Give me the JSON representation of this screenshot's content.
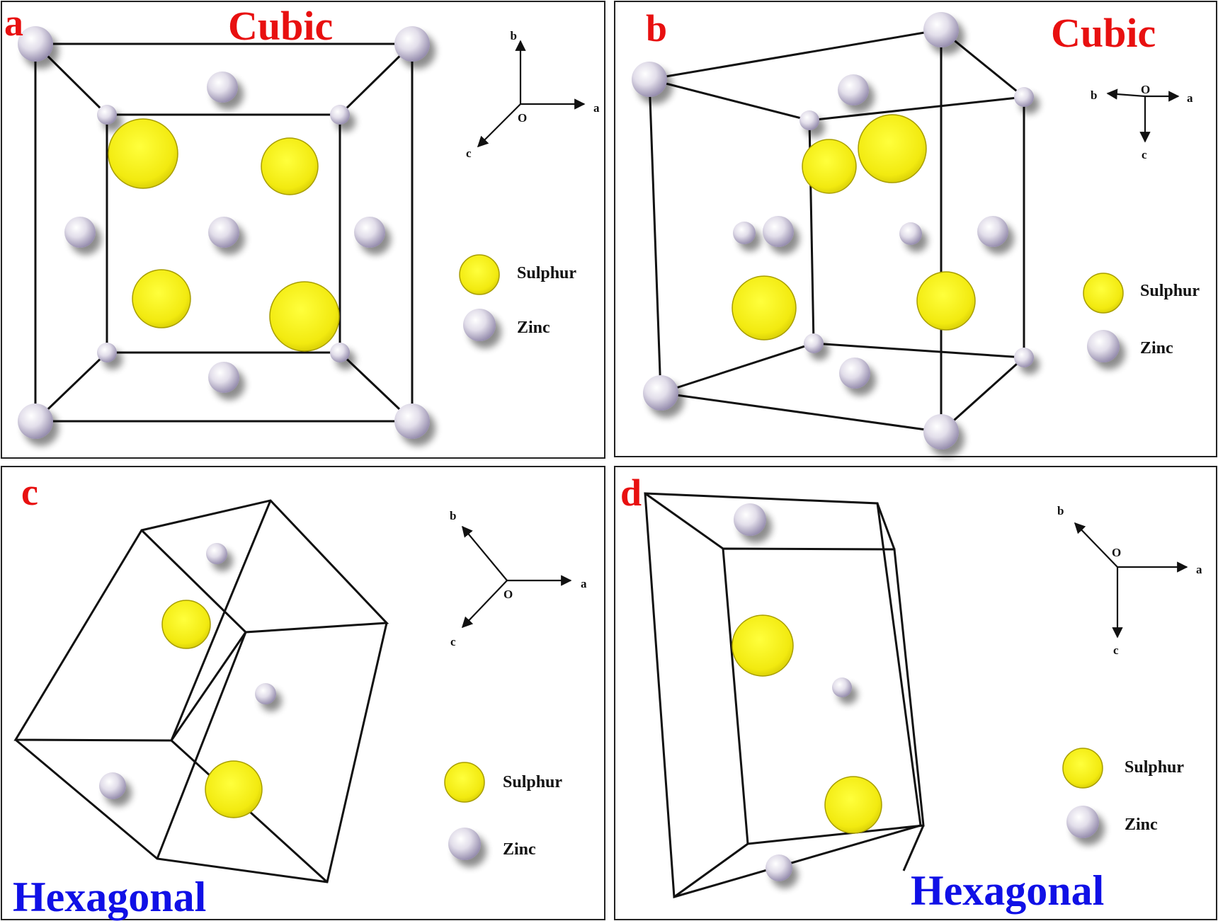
{
  "colors": {
    "sulphur": "#f2ea10",
    "zinc": "#c7c1d6",
    "panel_letter": "#e81010",
    "cubic_label": "#e81010",
    "hexagonal_label": "#1010e6"
  },
  "legend": {
    "sulphur": "Sulphur",
    "zinc": "Zinc"
  },
  "panels": [
    {
      "letter": "a",
      "phase": "Cubic",
      "axes": {
        "origin": "O",
        "x": "a",
        "y": "b",
        "z": "c"
      }
    },
    {
      "letter": "b",
      "phase": "Cubic",
      "axes": {
        "origin": "O",
        "x": "a",
        "y": "b",
        "z": "c"
      }
    },
    {
      "letter": "c",
      "phase": "Hexagonal",
      "axes": {
        "origin": "O",
        "x": "a",
        "y": "b",
        "z": "c"
      }
    },
    {
      "letter": "d",
      "phase": "Hexagonal",
      "axes": {
        "origin": "O",
        "x": "a",
        "y": "b",
        "z": "c"
      }
    }
  ]
}
